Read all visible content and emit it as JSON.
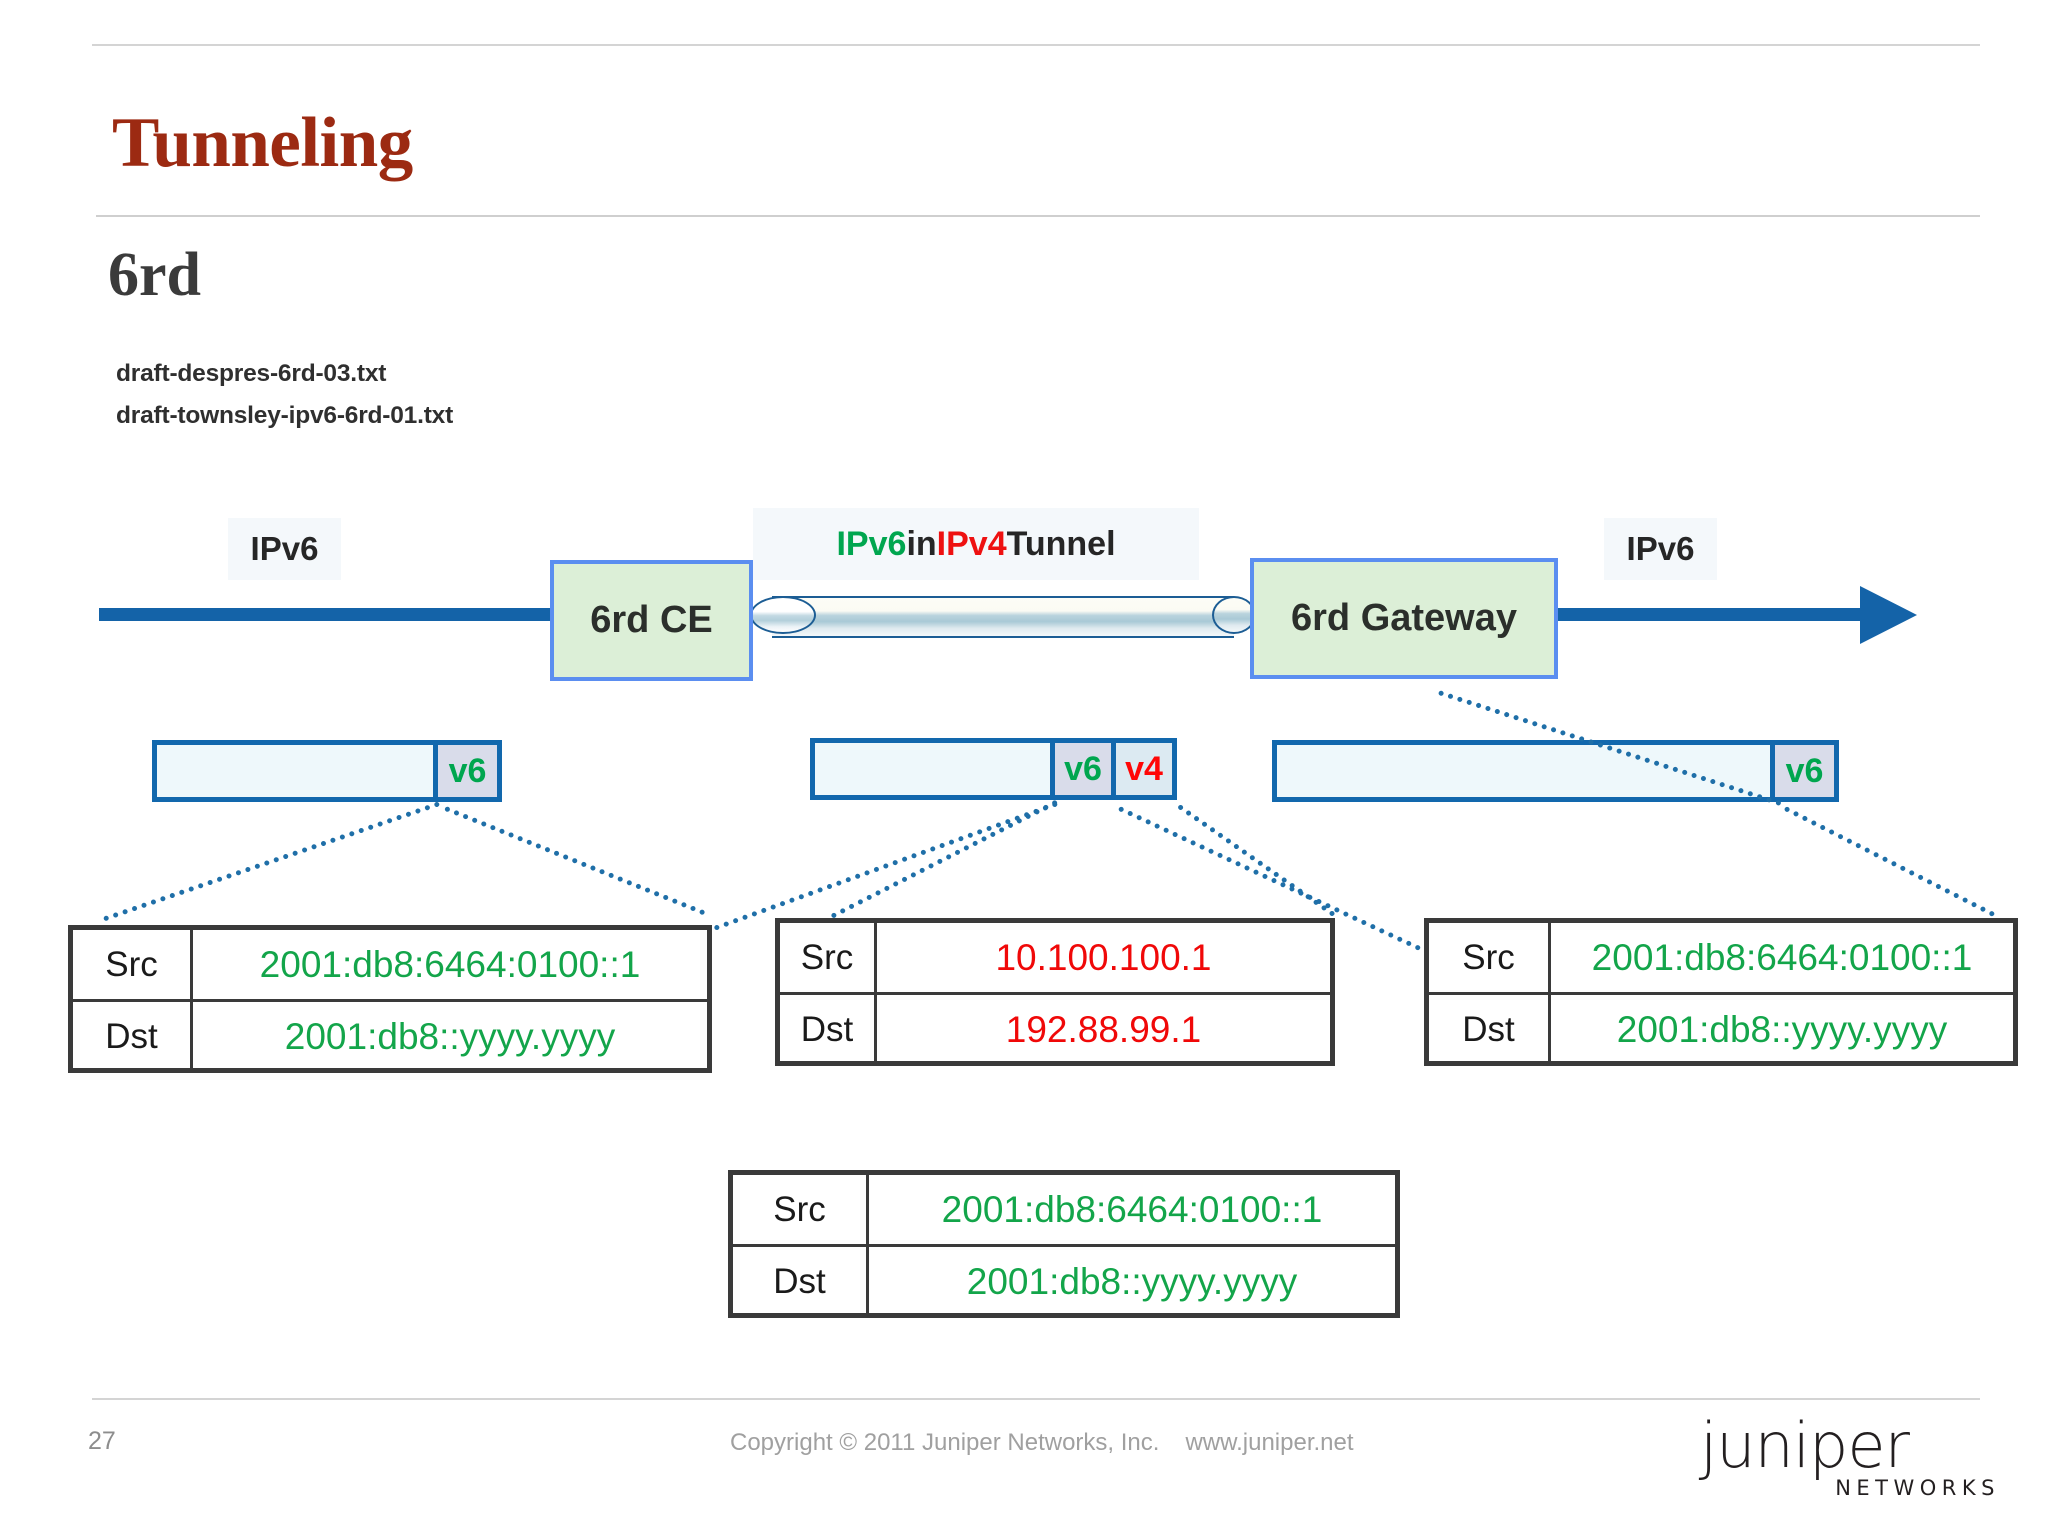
{
  "slide": {
    "title": "Tunneling",
    "subtitle": "6rd",
    "drafts": [
      "draft-despres-6rd-03.txt",
      "draft-townsley-ipv6-6rd-01.txt"
    ]
  },
  "diagram": {
    "left_label": "IPv6",
    "right_label": "IPv6",
    "tunnel_label": {
      "ipv6": "IPv6",
      "in": " in ",
      "ipv4": "IPv4",
      "tunnel": " Tunnel"
    },
    "nodes": {
      "ce": "6rd CE",
      "gateway": "6rd Gateway"
    },
    "packets": {
      "left": {
        "segments": [
          "v6"
        ]
      },
      "middle": {
        "segments": [
          "v6",
          "v4"
        ]
      },
      "right": {
        "segments": [
          "v6"
        ]
      }
    }
  },
  "tables": {
    "left": {
      "rows": [
        {
          "key": "Src",
          "value": "2001:db8:6464:0100::1",
          "color": "green"
        },
        {
          "key": "Dst",
          "value": "2001:db8::yyyy.yyyy",
          "color": "green"
        }
      ]
    },
    "middle_outer": {
      "rows": [
        {
          "key": "Src",
          "value": "10.100.100.1",
          "color": "red"
        },
        {
          "key": "Dst",
          "value": "192.88.99.1",
          "color": "red"
        }
      ]
    },
    "right": {
      "rows": [
        {
          "key": "Src",
          "value": "2001:db8:6464:0100::1",
          "color": "green"
        },
        {
          "key": "Dst",
          "value": "2001:db8::yyyy.yyyy",
          "color": "green"
        }
      ]
    },
    "middle_inner": {
      "rows": [
        {
          "key": "Src",
          "value": "2001:db8:6464:0100::1",
          "color": "green"
        },
        {
          "key": "Dst",
          "value": "2001:db8::yyyy.yyyy",
          "color": "green"
        }
      ]
    }
  },
  "footer": {
    "page_number": "27",
    "copyright": "Copyright ©  2011 Juniper Networks, Inc.",
    "url": "www.juniper.net",
    "logo_word": "juniper",
    "logo_sub": "NETWORKS"
  },
  "colors": {
    "title": "#9c2a12",
    "ipv6_green": "#00a64f",
    "ipv4_red": "#ee1111",
    "line_blue": "#1463a8",
    "node_fill": "#dcefd7",
    "node_border": "#5b8ef0"
  }
}
